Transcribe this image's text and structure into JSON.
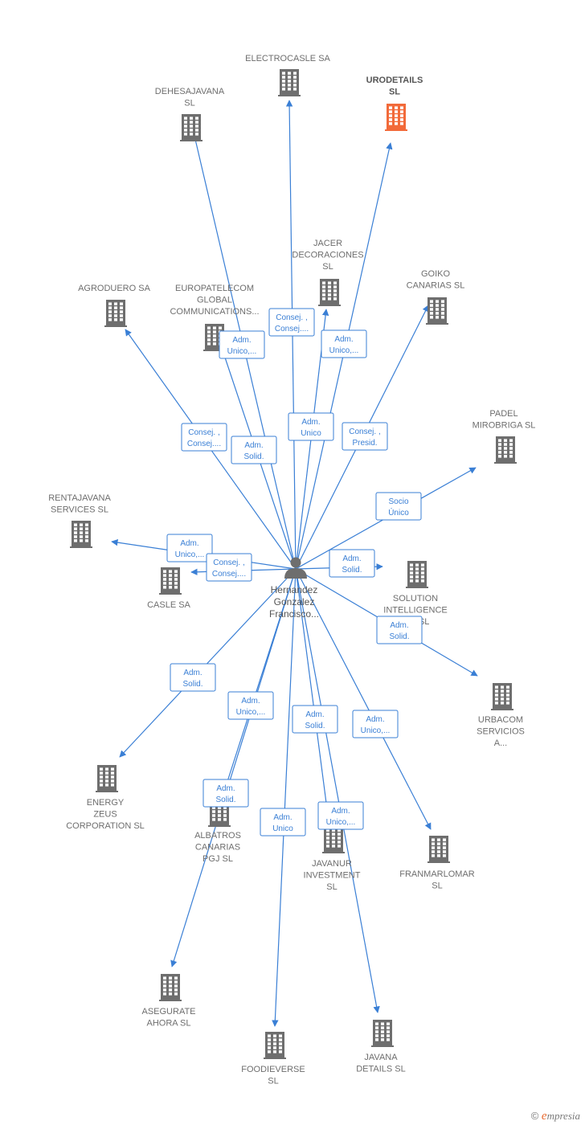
{
  "center": {
    "name_lines": [
      "Hernandez",
      "Gonzalez",
      "Francisco..."
    ],
    "icon": "person-icon"
  },
  "colors": {
    "edge": "#3a7fd5",
    "company": "#6e6e6e",
    "highlight": "#f26a3a"
  },
  "companies": [
    {
      "id": "electrocasle",
      "name_lines": [
        "ELECTROCASLE SA"
      ],
      "highlight": false
    },
    {
      "id": "urodetails",
      "name_lines": [
        "URODETAILS",
        "SL"
      ],
      "highlight": true
    },
    {
      "id": "dehesajavana",
      "name_lines": [
        "DEHESAJAVANA",
        "SL"
      ],
      "highlight": false
    },
    {
      "id": "jacer",
      "name_lines": [
        "JACER",
        "DECORACIONES",
        "SL"
      ],
      "highlight": false
    },
    {
      "id": "goiko",
      "name_lines": [
        "GOIKO",
        "CANARIAS  SL"
      ],
      "highlight": false
    },
    {
      "id": "agroduero",
      "name_lines": [
        "AGRODUERO SA"
      ],
      "highlight": false
    },
    {
      "id": "europatelecom",
      "name_lines": [
        "EUROPATELECOM",
        "GLOBAL",
        "COMMUNICATIONS..."
      ],
      "highlight": false
    },
    {
      "id": "padel",
      "name_lines": [
        "PADEL",
        "MIROBRIGA  SL"
      ],
      "highlight": false
    },
    {
      "id": "rentajavana",
      "name_lines": [
        "RENTAJAVANA",
        "SERVICES  SL"
      ],
      "highlight": false
    },
    {
      "id": "casle",
      "name_lines": [
        "CASLE SA"
      ],
      "highlight": false
    },
    {
      "id": "solution",
      "name_lines": [
        "SOLUTION",
        "INTELLIGENCE",
        "ICS  SL"
      ],
      "highlight": false
    },
    {
      "id": "urbacom",
      "name_lines": [
        "URBACOM",
        "SERVICIOS",
        "A..."
      ],
      "highlight": false
    },
    {
      "id": "energy",
      "name_lines": [
        "ENERGY",
        "ZEUS",
        "CORPORATION SL"
      ],
      "highlight": false
    },
    {
      "id": "albatros",
      "name_lines": [
        "ALBATROS",
        "CANARIAS",
        "PGJ  SL"
      ],
      "highlight": false
    },
    {
      "id": "javanur",
      "name_lines": [
        "JAVANUR",
        "INVESTMENT",
        "SL"
      ],
      "highlight": false
    },
    {
      "id": "franmarlomar",
      "name_lines": [
        "FRANMARLOMAR",
        "SL"
      ],
      "highlight": false
    },
    {
      "id": "asegurate",
      "name_lines": [
        "ASEGURATE",
        "AHORA SL"
      ],
      "highlight": false
    },
    {
      "id": "foodieverse",
      "name_lines": [
        "FOODIEVERSE",
        "SL"
      ],
      "highlight": false
    },
    {
      "id": "javana",
      "name_lines": [
        "JAVANA",
        "DETAILS  SL"
      ],
      "highlight": false
    }
  ],
  "edges": [
    {
      "target": "electrocasle",
      "role_lines": [
        "Consej. ,",
        "Consej...."
      ]
    },
    {
      "target": "urodetails",
      "role_lines": [
        "Adm.",
        "Unico,..."
      ]
    },
    {
      "target": "dehesajavana",
      "role_lines": [
        "Adm.",
        "Solid."
      ]
    },
    {
      "target": "jacer",
      "role_lines": [
        "Adm.",
        "Unico"
      ]
    },
    {
      "target": "goiko",
      "role_lines": [
        "Consej. ,",
        "Presid."
      ]
    },
    {
      "target": "agroduero",
      "role_lines": [
        "Consej. ,",
        "Consej...."
      ]
    },
    {
      "target": "europatelecom",
      "role_lines": [
        "Adm.",
        "Unico,..."
      ]
    },
    {
      "target": "padel",
      "role_lines": [
        "Socio",
        "Único"
      ]
    },
    {
      "target": "rentajavana",
      "role_lines": [
        "Adm.",
        "Unico,..."
      ]
    },
    {
      "target": "casle",
      "role_lines": [
        "Consej. ,",
        "Consej...."
      ]
    },
    {
      "target": "solution",
      "role_lines": [
        "Adm.",
        "Solid."
      ]
    },
    {
      "target": "urbacom",
      "role_lines": [
        "Adm.",
        "Solid."
      ]
    },
    {
      "target": "energy",
      "role_lines": [
        "Adm.",
        "Solid."
      ]
    },
    {
      "target": "albatros",
      "role_lines": [
        "Adm.",
        "Unico,..."
      ]
    },
    {
      "target": "asegurate",
      "role_lines": [
        "Adm.",
        "Solid."
      ]
    },
    {
      "target": "javanur",
      "role_lines": [
        "Adm.",
        "Solid."
      ]
    },
    {
      "target": "franmarlomar",
      "role_lines": [
        "Adm.",
        "Unico,..."
      ]
    },
    {
      "target": "foodieverse",
      "role_lines": [
        "Adm.",
        "Unico"
      ]
    },
    {
      "target": "javana",
      "role_lines": [
        "Adm.",
        "Unico,..."
      ]
    }
  ],
  "footer": {
    "copyright": "©",
    "brand_initial": "e",
    "brand_rest": "mpresia"
  }
}
